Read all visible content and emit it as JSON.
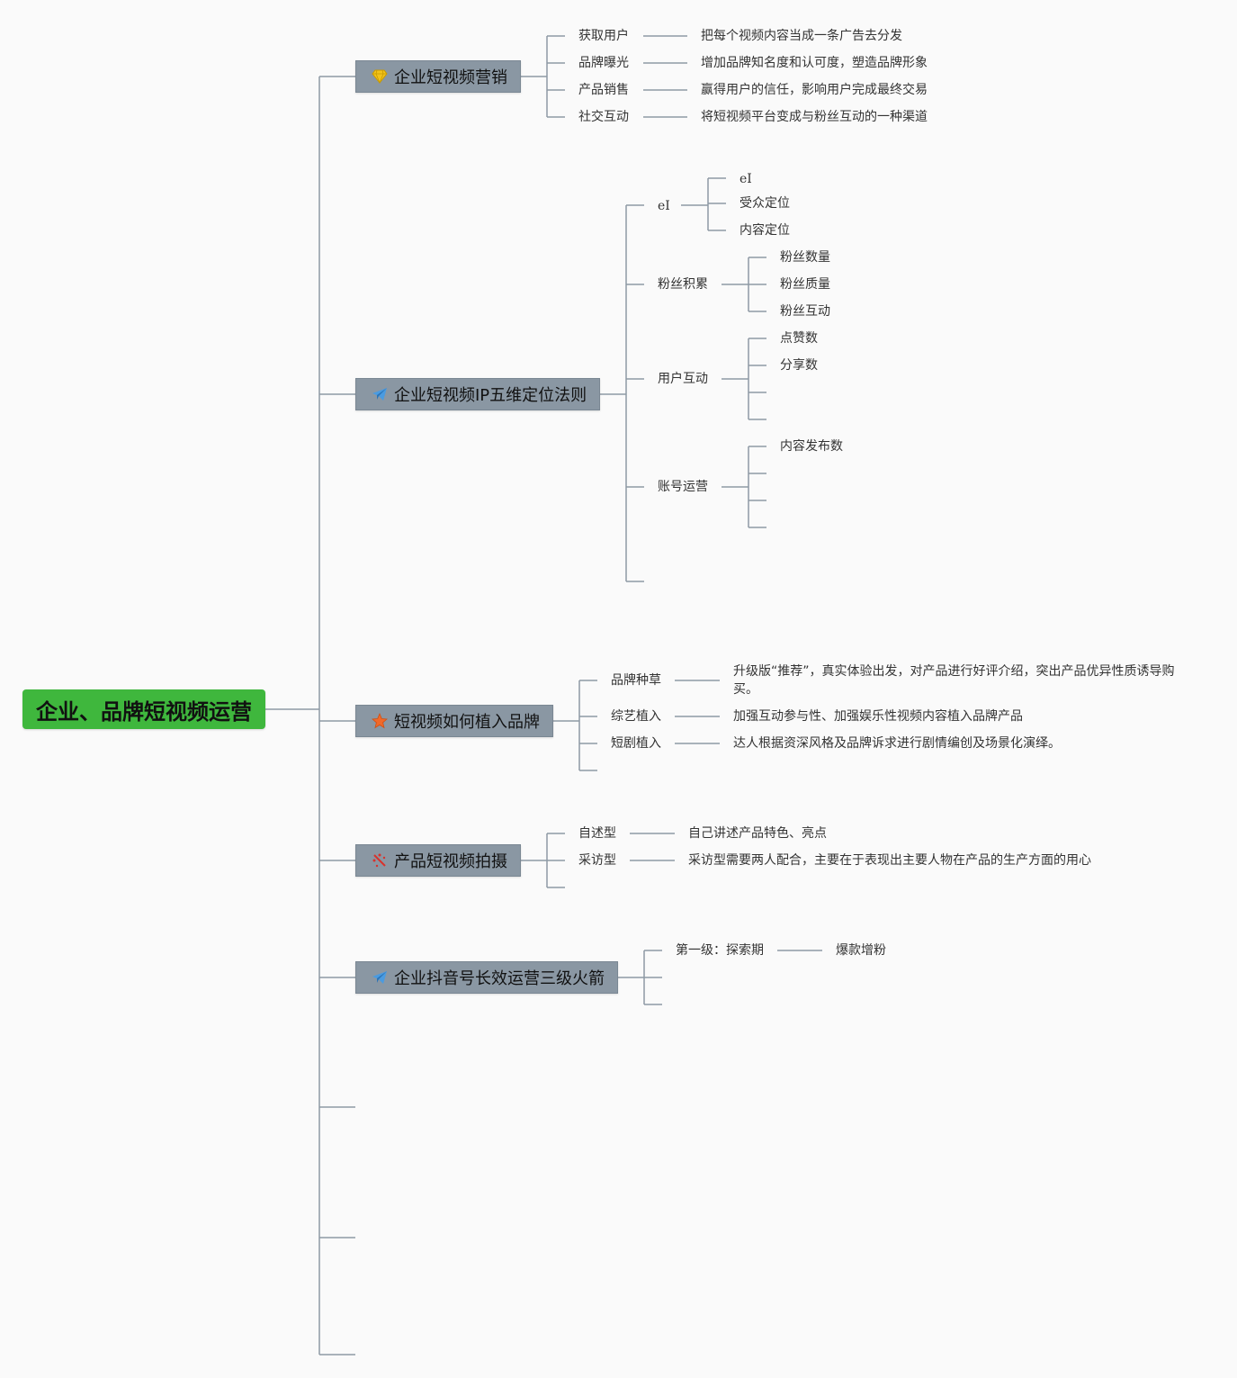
{
  "root": {
    "label": "企业、品牌短视频运营"
  },
  "branches": [
    {
      "label": "企业短视频营销",
      "icon": "diamond-icon",
      "children": [
        {
          "label": "获取用户",
          "note": "把每个视频内容当成一条广告去分发"
        },
        {
          "label": "品牌曝光",
          "note": "增加品牌知名度和认可度，塑造品牌形象"
        },
        {
          "label": "产品销售",
          "note": "赢得用户的信任，影响用户完成最终交易"
        },
        {
          "label": "社交互动",
          "note": "将短视频平台变成与粉丝互动的一种渠道"
        }
      ]
    },
    {
      "label": "企业短视频IP五维定位法则",
      "icon": "paper-plane-icon",
      "children": [
        {
          "label": "eI",
          "children": [
            "eI",
            "受众定位",
            "内容定位"
          ]
        },
        {
          "label": "粉丝积累",
          "children": [
            "粉丝数量",
            "粉丝质量",
            "粉丝互动"
          ]
        },
        {
          "label": "用户互动",
          "children": [
            "点赞数",
            "分享数",
            "",
            ""
          ]
        },
        {
          "label": "账号运营",
          "children": [
            "内容发布数",
            "",
            "",
            ""
          ]
        },
        {
          "label": ""
        }
      ]
    },
    {
      "label": "短视频如何植入品牌",
      "icon": "star-icon",
      "children": [
        {
          "label": "品牌种草",
          "note": "升级版“推荐”，真实体验出发，对产品进行好评介绍，突出产品优异性质诱导购买。"
        },
        {
          "label": "综艺植入",
          "note": "加强互动参与性、加强娱乐性视频内容植入品牌产品"
        },
        {
          "label": "短剧植入",
          "note": "达人根据资深风格及品牌诉求进行剧情编创及场景化演绎。"
        },
        {
          "label": ""
        }
      ]
    },
    {
      "label": "产品短视频拍摄",
      "icon": "clapper-icon",
      "children": [
        {
          "label": "自述型",
          "note": "自己讲述产品特色、亮点"
        },
        {
          "label": "采访型",
          "note": "采访型需要两人配合，主要在于表现出主要人物在产品的生产方面的用心"
        },
        {
          "label": ""
        }
      ]
    },
    {
      "label": "企业抖音号长效运营三级火箭",
      "icon": "paper-plane-icon",
      "children": [
        {
          "label": "第一级：探索期",
          "note": "爆款增粉"
        },
        {
          "label": ""
        },
        {
          "label": ""
        }
      ]
    }
  ]
}
